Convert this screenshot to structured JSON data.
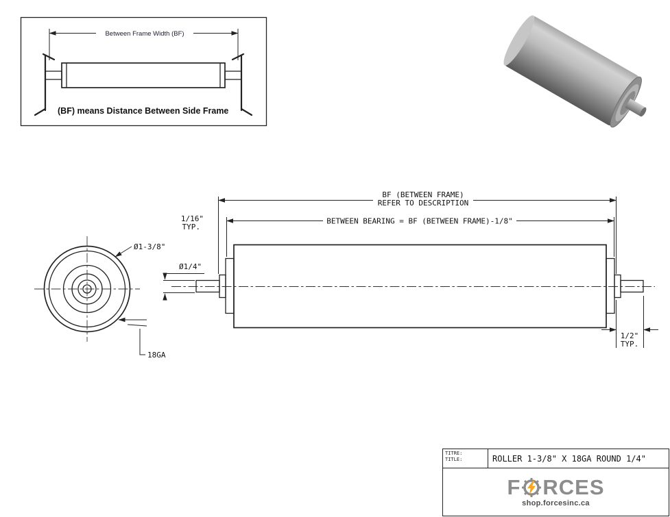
{
  "colors": {
    "line": "#222222",
    "brand_gray": "#8c8c8c",
    "bolt_yellow": "#f6a71f",
    "roller_gray": "#9b9b9b"
  },
  "info_box": {
    "dim_label": "Between Frame Width (BF)",
    "caption": "(BF) means Distance Between Side Frame"
  },
  "end_view": {
    "dia_label": "Ø1-3/8\"",
    "gauge_label": "18GA"
  },
  "side_view": {
    "bf_line1": "BF (BETWEEN FRAME)",
    "bf_line2": "REFER TO DESCRIPTION",
    "bearing_dim": "BETWEEN BEARING = BF (BETWEEN FRAME)-1/8\"",
    "gap_dim": "1/16\"",
    "gap_typ": "TYP.",
    "shaft_dia": "Ø1/4\"",
    "protrusion_dim": "1/2\"",
    "protrusion_typ": "TYP."
  },
  "title_block": {
    "titre_label": "TITRE:",
    "title_label": "TITLE:",
    "title": "ROLLER 1-3/8\" X 18GA ROUND 1/4\"",
    "brand_prefix": "F",
    "brand_suffix": "RCES",
    "website": "shop.forcesinc.ca"
  }
}
